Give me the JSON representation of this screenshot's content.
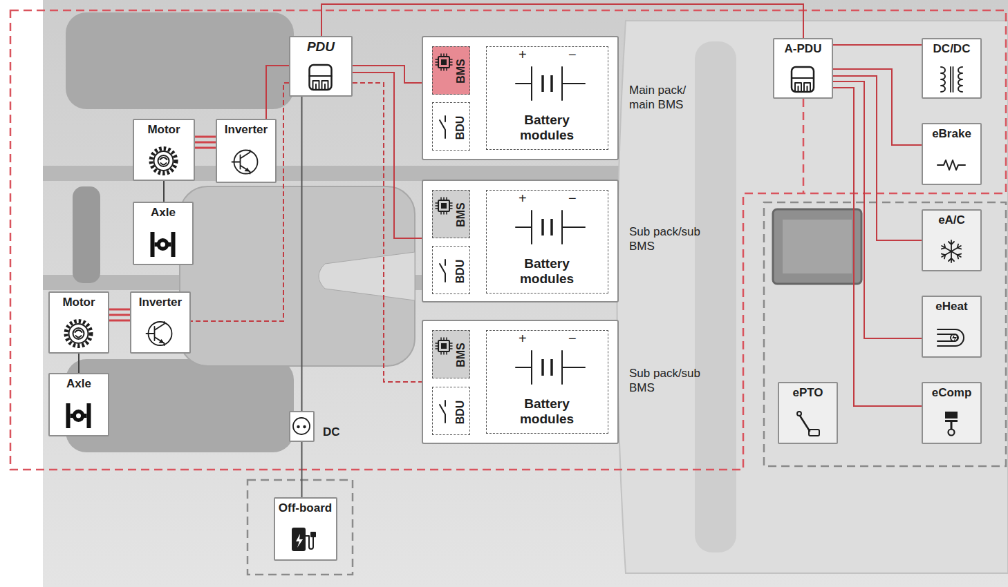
{
  "diagram": {
    "nodes": [
      {
        "text": [
          "PDU"
        ]
      },
      {
        "text": [
          "Main pack/ main BMS"
        ]
      },
      {
        "text": [
          "BMS"
        ],
        "in": 1
      },
      {
        "text": [
          "BDU"
        ],
        "in": 1
      },
      {
        "text": [
          "Battery modules"
        ],
        "in": 1
      },
      {
        "text": [
          "A-PDU"
        ]
      },
      {
        "text": [
          "DC/DC"
        ]
      },
      {
        "text": [
          "Motor"
        ]
      },
      {
        "text": [
          "Inverter"
        ]
      },
      {
        "text": [
          "eBrake"
        ]
      },
      {
        "text": [
          "Axle"
        ]
      },
      {
        "text": [
          "Sub pack/sub BMS"
        ]
      },
      {
        "text": [
          "BMS"
        ],
        "in": 11
      },
      {
        "text": [
          "BDU"
        ],
        "in": 11
      },
      {
        "text": [
          "Battery modules"
        ],
        "in": 11
      },
      {
        "text": [
          "eA/C"
        ]
      },
      {
        "text": [
          "Motor"
        ]
      },
      {
        "text": [
          "Inverter"
        ]
      },
      {
        "text": [
          "eHeat"
        ]
      },
      {
        "text": [
          "Sub pack/sub BMS"
        ]
      },
      {
        "text": [
          "BMS"
        ],
        "in": 19
      },
      {
        "text": [
          "BDU"
        ],
        "in": 19
      },
      {
        "text": [
          "Battery modules"
        ],
        "in": 19
      },
      {
        "text": [
          "Axle"
        ]
      },
      {
        "text": [
          "ePTO"
        ]
      },
      {
        "text": [
          "eComp"
        ]
      },
      {
        "text": [
          "DC"
        ]
      },
      {
        "text": [
          "Off-board"
        ]
      }
    ],
    "edges": [
      {
        "from": 0,
        "to": 1,
        "arrow": "none"
      },
      {
        "from": 0,
        "to": 11,
        "arrow": "none"
      },
      {
        "from": 0,
        "to": 19,
        "arrow": "none"
      },
      {
        "from": 0,
        "to": 8,
        "arrow": "none"
      },
      {
        "from": 0,
        "to": 17,
        "arrow": "none"
      },
      {
        "from": 0,
        "to": 5,
        "arrow": "none"
      },
      {
        "from": 0,
        "to": 26,
        "arrow": "none"
      },
      {
        "from": 26,
        "to": 27,
        "arrow": "none"
      },
      {
        "from": 7,
        "to": 8,
        "arrow": "none"
      },
      {
        "from": 7,
        "to": 10,
        "arrow": "none"
      },
      {
        "from": 16,
        "to": 17,
        "arrow": "none"
      },
      {
        "from": 16,
        "to": 23,
        "arrow": "none"
      },
      {
        "from": 5,
        "to": 6,
        "arrow": "none"
      },
      {
        "from": 5,
        "to": 9,
        "arrow": "none"
      },
      {
        "from": 5,
        "to": 15,
        "arrow": "none"
      },
      {
        "from": 5,
        "to": 18,
        "arrow": "none"
      },
      {
        "from": 5,
        "to": 25,
        "arrow": "none"
      }
    ],
    "labels": [
      "+",
      "−",
      "+",
      "−",
      "+",
      "−"
    ]
  }
}
